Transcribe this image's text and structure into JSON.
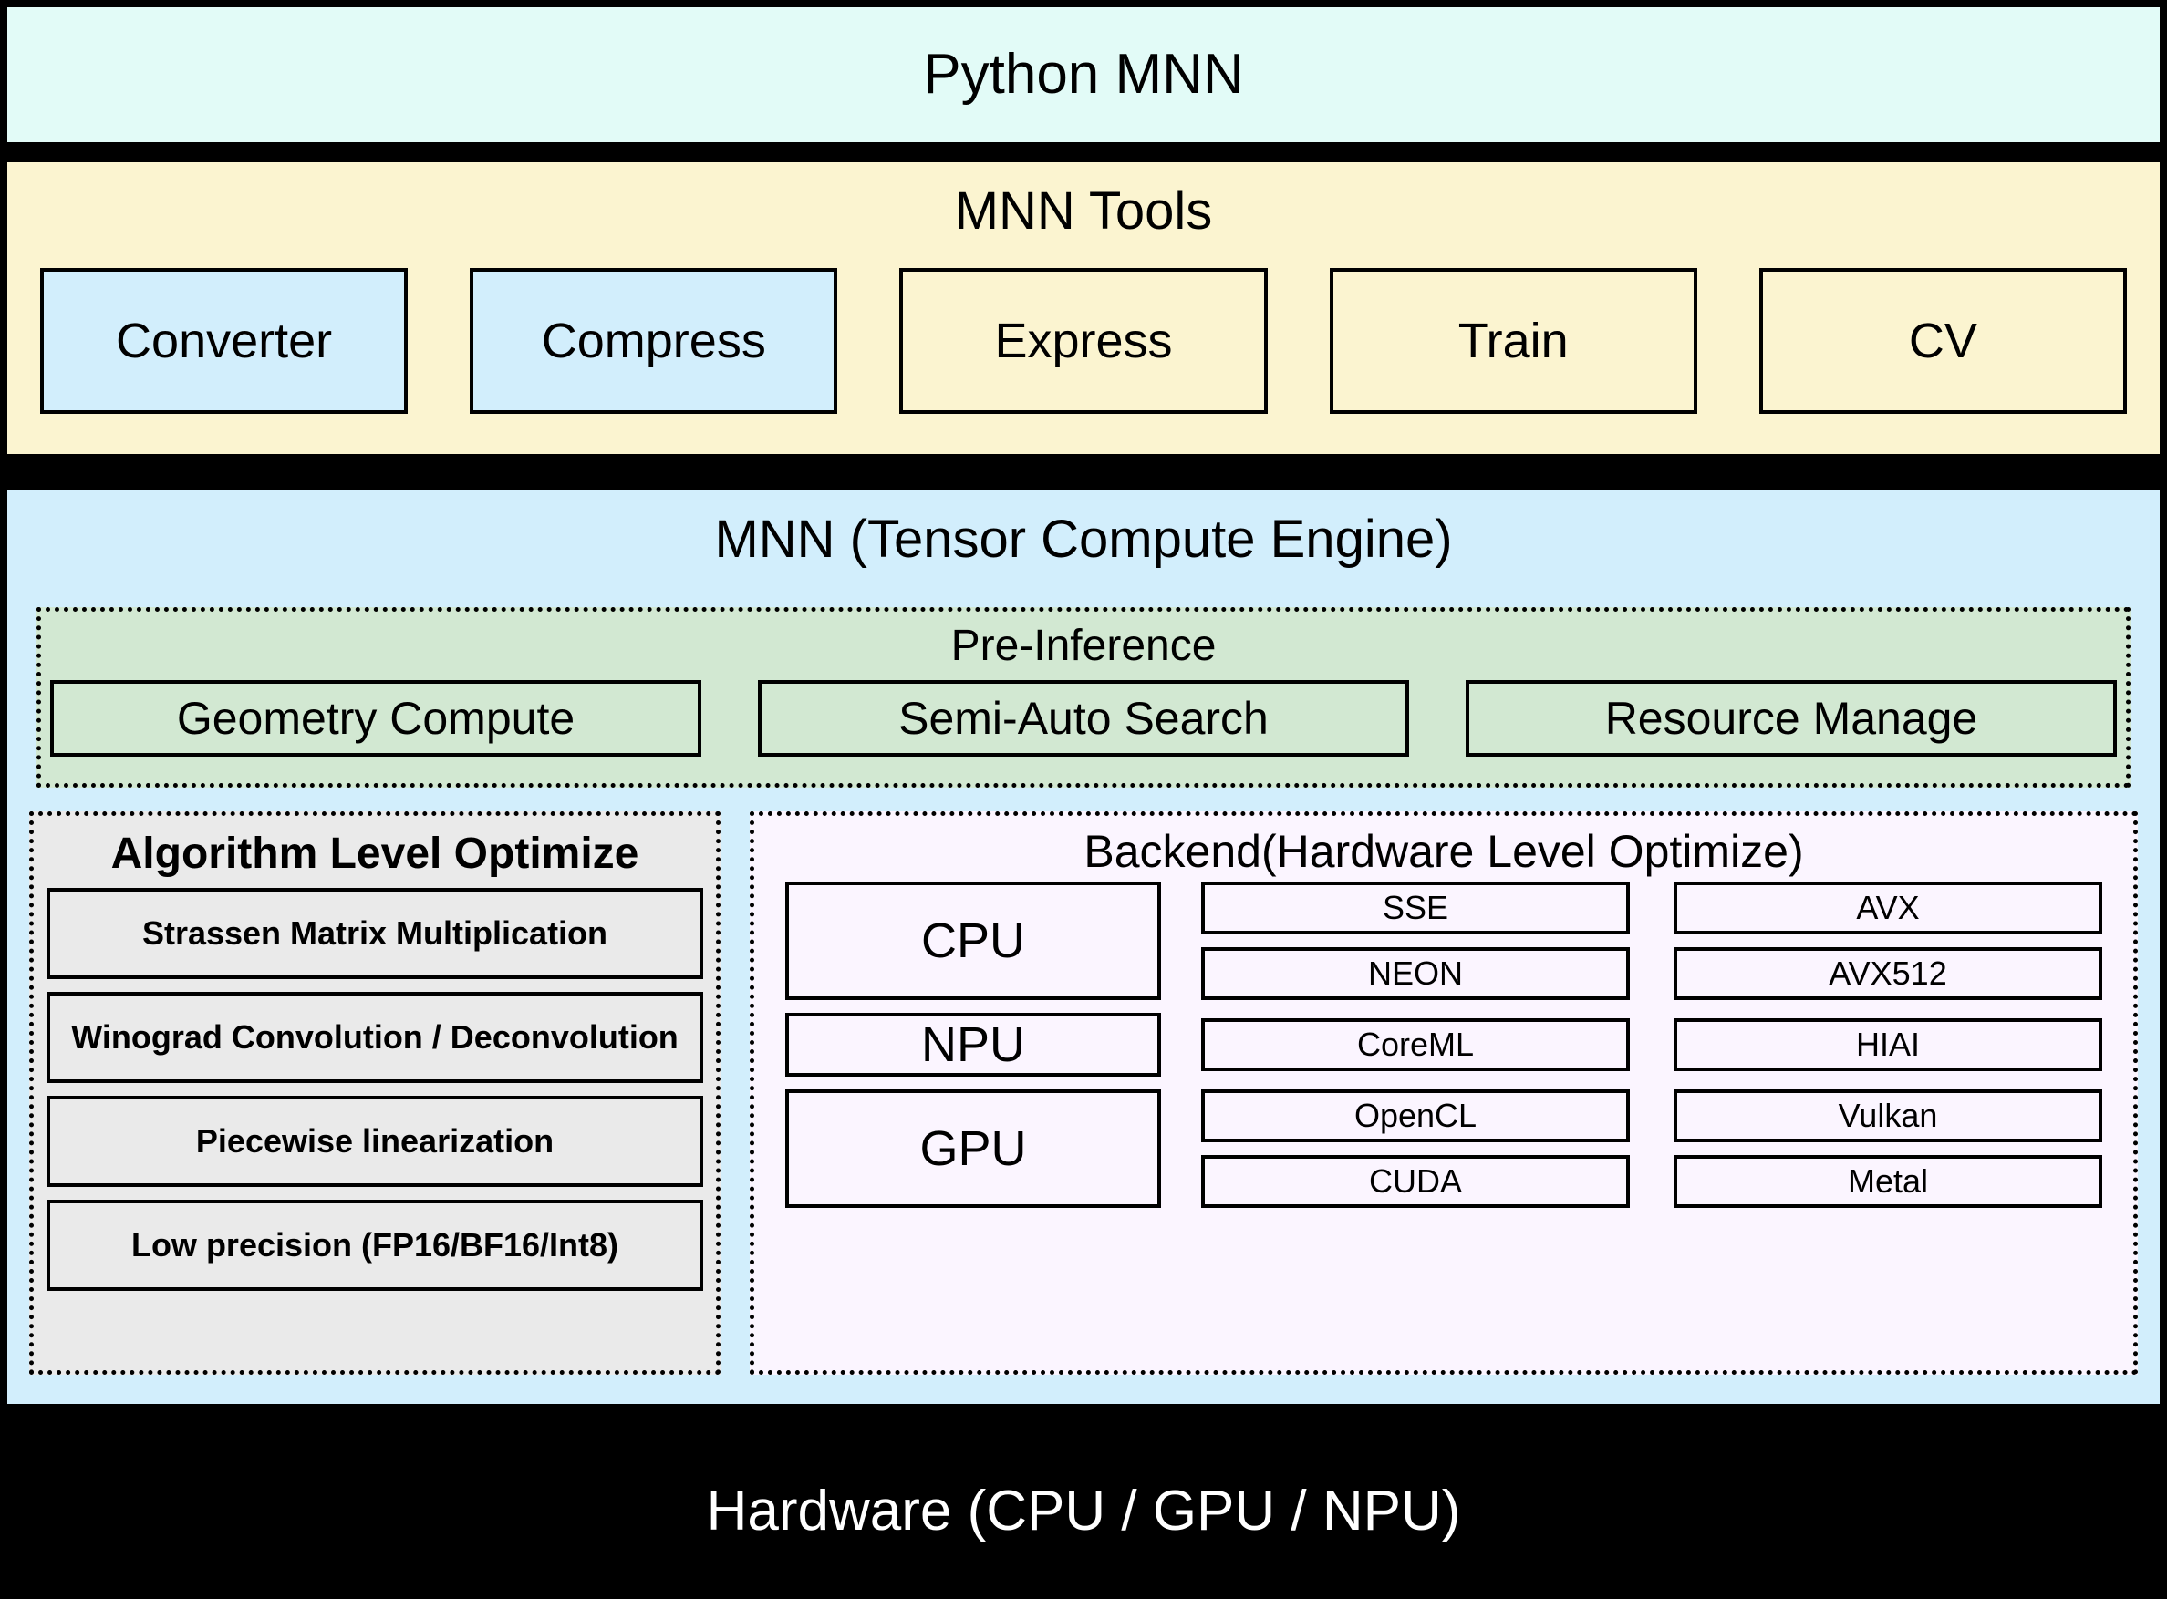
{
  "layers": {
    "python": {
      "title": "Python MNN",
      "bg": "#e2fbf7"
    },
    "tools": {
      "title": "MNN Tools",
      "bg": "#fbf4d0",
      "items": [
        {
          "label": "Converter",
          "style": "blue"
        },
        {
          "label": "Compress",
          "style": "blue"
        },
        {
          "label": "Express",
          "style": "yellow"
        },
        {
          "label": "Train",
          "style": "yellow"
        },
        {
          "label": "CV",
          "style": "yellow"
        }
      ]
    },
    "engine": {
      "title": "MNN (Tensor Compute Engine)",
      "bg": "#d2eefc",
      "pre_inference": {
        "title": "Pre-Inference",
        "bg": "#d2e8d2",
        "items": [
          {
            "label": "Geometry Compute"
          },
          {
            "label": "Semi-Auto Search"
          },
          {
            "label": "Resource Manage"
          }
        ]
      },
      "algorithm": {
        "title": "Algorithm Level Optimize",
        "bg": "#eaeaea",
        "items": [
          {
            "label": "Strassen Matrix Multiplication"
          },
          {
            "label": "Winograd Convolution / Deconvolution"
          },
          {
            "label": "Piecewise linearization"
          },
          {
            "label": "Low precision (FP16/BF16/Int8)"
          }
        ]
      },
      "backend": {
        "title": "Backend(Hardware Level Optimize)",
        "bg": "#fbf5ff",
        "rows": [
          {
            "label": "CPU",
            "col_left": [
              "SSE",
              "NEON"
            ],
            "col_right": [
              "AVX",
              "AVX512"
            ]
          },
          {
            "label": "NPU",
            "col_left": [
              "CoreML"
            ],
            "col_right": [
              "HIAI"
            ]
          },
          {
            "label": "GPU",
            "col_left": [
              "OpenCL",
              "CUDA"
            ],
            "col_right": [
              "Vulkan",
              "Metal"
            ]
          }
        ]
      }
    },
    "hardware": {
      "title": "Hardware (CPU / GPU / NPU)",
      "bg": "#000000",
      "text_color": "#ffffff"
    }
  }
}
